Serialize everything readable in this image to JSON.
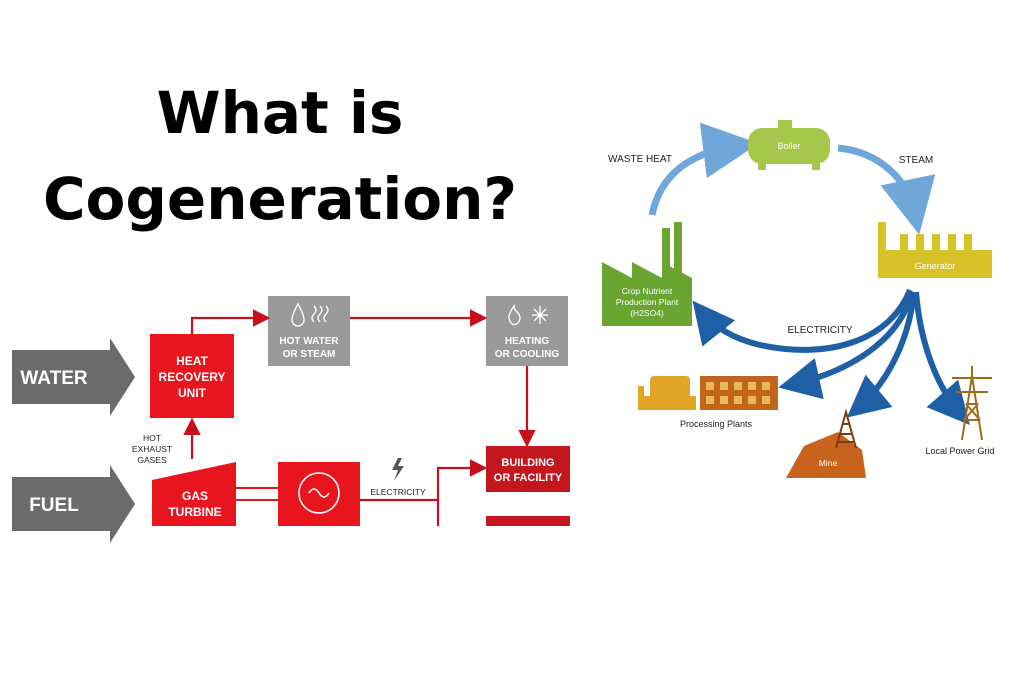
{
  "title": {
    "line1": "What is",
    "line2": "Cogeneration?"
  },
  "left_diagram": {
    "water": "WATER",
    "fuel": "FUEL",
    "heat_recovery": [
      "HEAT",
      "RECOVERY",
      "UNIT"
    ],
    "hot_water": [
      "HOT WATER",
      "OR STEAM"
    ],
    "heating_cooling": [
      "HEATING",
      "OR COOLING"
    ],
    "hot_exhaust": [
      "HOT",
      "EXHAUST",
      "GASES"
    ],
    "gas_turbine": [
      "GAS",
      "TURBINE"
    ],
    "electricity": "ELECTRICITY",
    "building": [
      "BUILDING",
      "OR FACILITY"
    ]
  },
  "right_diagram": {
    "waste_heat": "WASTE HEAT",
    "boiler": "Boiler",
    "steam": "STEAM",
    "generator": "Generator",
    "plant": [
      "Crop Nutrient",
      "Production Plant",
      "(H2SO4)"
    ],
    "electricity": "ELECTRICITY",
    "processing": "Processing Plants",
    "mine": "Mine",
    "grid": "Local Power Grid"
  },
  "colors": {
    "red": "#e8141e",
    "gray": "#9a9a9a",
    "dark_gray": "#6b6b6b",
    "blue": "#1f5fa6",
    "light_blue": "#6fa8d8",
    "green": "#6aa532",
    "yellow": "#d7c22a",
    "orange": "#e0a526",
    "rust": "#c8631e"
  }
}
